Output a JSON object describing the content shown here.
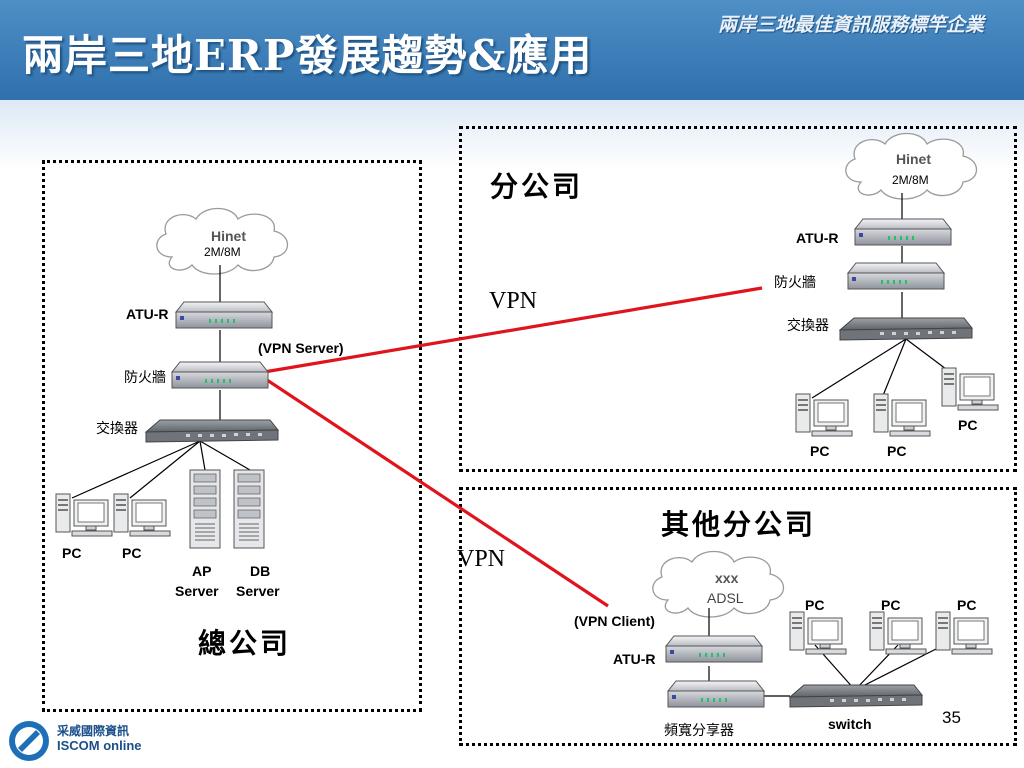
{
  "header": {
    "title": "兩岸三地ERP發展趨勢&應用",
    "brand_tagline": "兩岸三地最佳資訊服務標竿企業"
  },
  "hq": {
    "name": "總公司",
    "cloud_name": "Hinet",
    "cloud_speed": "2M/8M",
    "atu_label": "ATU-R",
    "vpn_server_label": "(VPN Server)",
    "firewall_label": "防火牆",
    "switch_label": "交換器",
    "pc1_label": "PC",
    "pc2_label": "PC",
    "ap_server_line1": "AP",
    "ap_server_line2": "Server",
    "db_server_line1": "DB",
    "db_server_line2": "Server"
  },
  "branch": {
    "name": "分公司",
    "cloud_name": "Hinet",
    "cloud_speed": "2M/8M",
    "atu_label": "ATU-R",
    "firewall_label": "防火牆",
    "switch_label": "交換器",
    "pc1_label": "PC",
    "pc2_label": "PC",
    "pc3_label": "PC",
    "vpn_label": "VPN"
  },
  "other_branch": {
    "name": "其他分公司",
    "cloud_name": "xxx",
    "cloud_speed": "ADSL",
    "vpn_client_label": "(VPN Client)",
    "atu_label": "ATU-R",
    "sharer_label": "頻寬分享器",
    "switch_label": "switch",
    "pc1_label": "PC",
    "pc2_label": "PC",
    "pc3_label": "PC",
    "vpn_label": "VPN"
  },
  "footer": {
    "page_number": "35",
    "logo_line1": "采威國際資訊",
    "logo_line2": "ISCOM online"
  },
  "colors": {
    "header_blue": "#3a7db9",
    "vpn_line": "#e0141c",
    "device_green": "#22c26a"
  }
}
